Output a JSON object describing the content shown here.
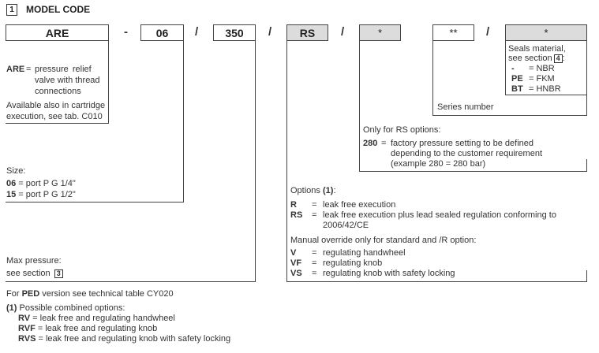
{
  "header": {
    "number": "1",
    "title": "MODEL CODE"
  },
  "code": {
    "fields": [
      "ARE",
      "06",
      "350",
      "RS",
      "*",
      "**",
      "*"
    ],
    "separators": [
      "-",
      "/",
      "/",
      "/",
      "/"
    ]
  },
  "are": {
    "key": "ARE",
    "eq": "=",
    "desc": [
      "pressure    relief",
      "valve with thread",
      "connections"
    ],
    "note": [
      "Available also in cartridge",
      "execution, see tab. C010"
    ]
  },
  "size": {
    "title": "Size:",
    "items": [
      {
        "key": "06",
        "text": " = port P G 1/4\""
      },
      {
        "key": "15",
        "text": " = port P G 1/2\""
      }
    ]
  },
  "maxp": {
    "title": "Max pressure:",
    "text": "see section",
    "ref": "3"
  },
  "seals": {
    "line1": "Seals material,",
    "line2": "see section",
    "ref": "4",
    "items": [
      {
        "key": "-",
        "text": "= NBR"
      },
      {
        "key": "PE",
        "text": "= FKM"
      },
      {
        "key": "BT",
        "text": "= HNBR"
      }
    ]
  },
  "series": "Series number",
  "rs_only": {
    "title": "Only for RS options:",
    "key": "280",
    "eq": "=",
    "lines": [
      "factory pressure setting to be defined",
      "depending to the customer requirement",
      "(example 280 = 280 bar)"
    ]
  },
  "options": {
    "title": "Options",
    "ref": "(1)",
    "colon": ":",
    "items": [
      {
        "key": "R",
        "text": "leak free execution"
      },
      {
        "key": "RS",
        "text": "leak free execution plus lead sealed regulation conforming to"
      }
    ],
    "rs_cont": "2006/42/CE",
    "manual_title": "Manual override only for standard and /R option:",
    "manual": [
      {
        "key": "V",
        "text": "regulating handwheel"
      },
      {
        "key": "VF",
        "text": "regulating knob"
      },
      {
        "key": "VS",
        "text": "regulating knob with safety locking"
      }
    ],
    "eq": "="
  },
  "footer": {
    "ped_pre": "For",
    "ped_key": "PED",
    "ped_post": "version see technical table CY020",
    "combo_ref": "(1)",
    "combo_title": "Possible combined options:",
    "combos": [
      {
        "key": "RV",
        "text": "= leak free and regulating handwheel"
      },
      {
        "key": "RVF",
        "text": "= leak free and regulating knob"
      },
      {
        "key": "RVS",
        "text": "= leak free and regulating knob with safety locking"
      }
    ]
  }
}
